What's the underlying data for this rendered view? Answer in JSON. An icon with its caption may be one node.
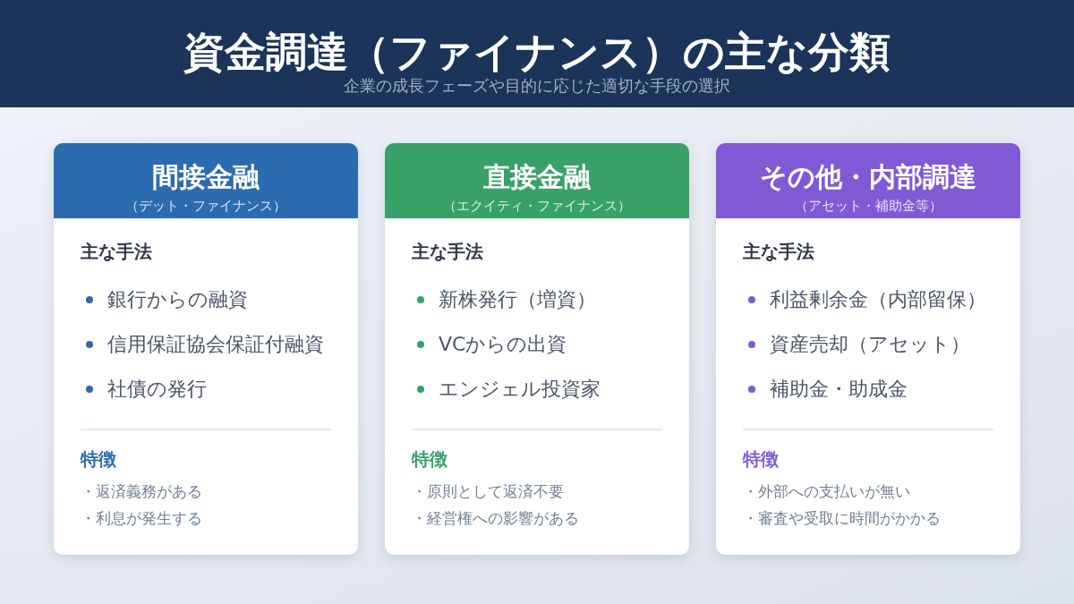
{
  "diagram": {
    "title": "資金調達（ファイナンス）の主な分類",
    "labels": [
      "企業の成長フェーズや目的に応じた適切な手段の選択"
    ],
    "nodes": [
      {
        "text": [
          "間接金融",
          "（デット・ファイナンス）",
          "主な手法",
          "銀行からの融資",
          "信用保証協会保証付融資",
          "社債の発行",
          "特徴",
          "・返済義務がある",
          "・利息が発生する"
        ]
      },
      {
        "text": [
          "直接金融",
          "（エクイティ・ファイナンス）",
          "主な手法",
          "新株発行（増資）",
          "VCからの出資",
          "エンジェル投資家",
          "特徴",
          "・原則として返済不要",
          "・経営権への影響がある"
        ]
      },
      {
        "text": [
          "その他・内部調達",
          "（アセット・補助金等）",
          "主な手法",
          "利益剰余金（内部留保）",
          "資産売却（アセット）",
          "補助金・助成金",
          "特徴",
          "・外部への支払いが無い",
          "・審査や受取に時間がかかる"
        ]
      }
    ],
    "edges": []
  }
}
